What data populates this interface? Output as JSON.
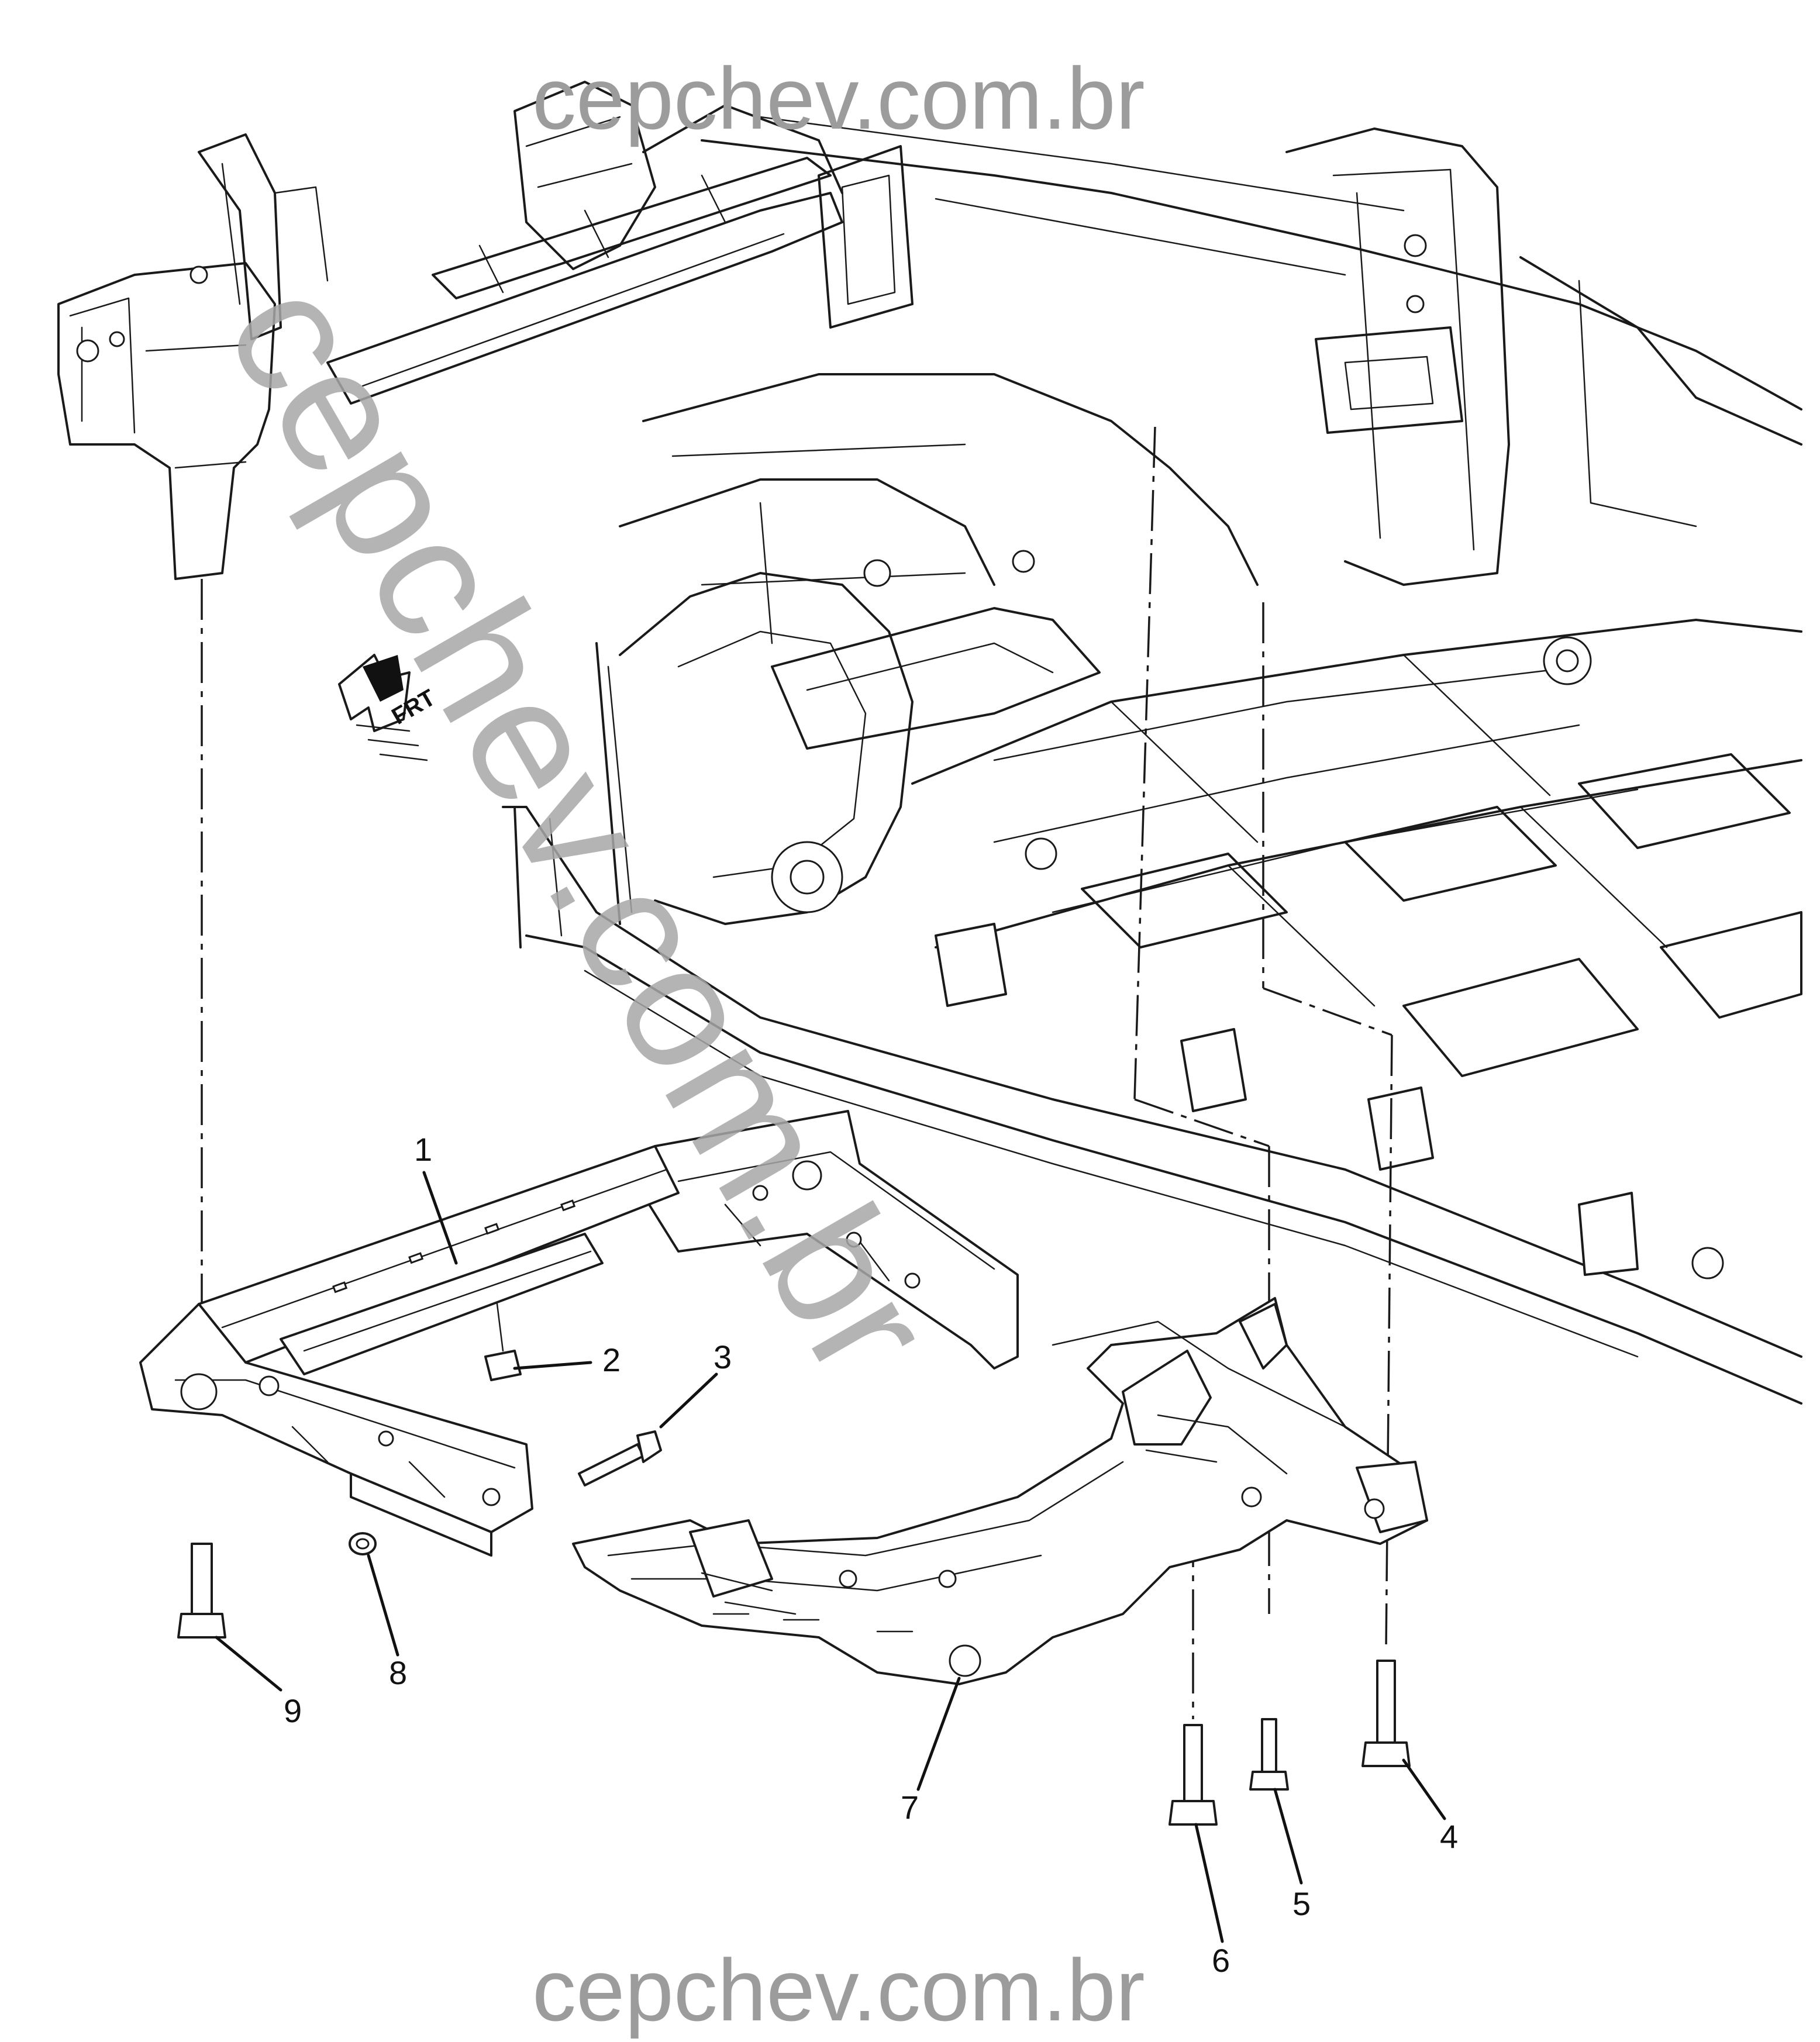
{
  "watermark": {
    "top": "cepchev.com.br",
    "bottom": "cepchev.com.br",
    "diagonal": "cepchev.com.br"
  },
  "direction_arrow": {
    "label": "FRT",
    "icon": "front-direction-arrow-icon"
  },
  "callouts": [
    {
      "id": "1",
      "label": "1"
    },
    {
      "id": "2",
      "label": "2"
    },
    {
      "id": "3",
      "label": "3"
    },
    {
      "id": "4",
      "label": "4"
    },
    {
      "id": "5",
      "label": "5"
    },
    {
      "id": "6",
      "label": "6"
    },
    {
      "id": "7",
      "label": "7"
    },
    {
      "id": "8",
      "label": "8"
    },
    {
      "id": "9",
      "label": "9"
    }
  ]
}
